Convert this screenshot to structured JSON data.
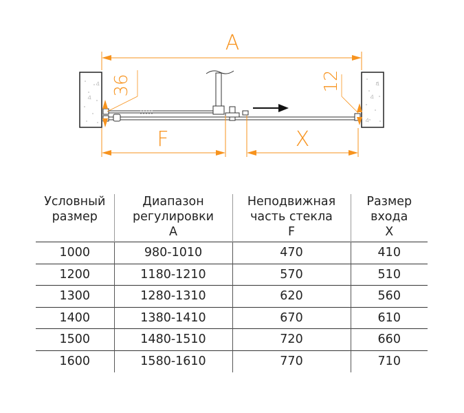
{
  "diagram": {
    "labels": {
      "overall_width": "A",
      "fixed_panel": "F",
      "entrance": "X",
      "left_gap": "36",
      "right_gap": "12"
    },
    "colors": {
      "dimension": "#f7931e",
      "line": "#333333",
      "wall_fill": "#ffffff"
    },
    "icons": [
      "left-wall",
      "right-wall",
      "sliding-direction-arrow",
      "ceiling-support-bar"
    ]
  },
  "table": {
    "headers": [
      {
        "line1": "Условный",
        "line2": "размер",
        "line3": ""
      },
      {
        "line1": "Диапазон",
        "line2": "регулировки",
        "line3": "A"
      },
      {
        "line1": "Неподвижная",
        "line2": "часть стекла",
        "line3": "F"
      },
      {
        "line1": "Размер",
        "line2": "входа",
        "line3": "X"
      }
    ],
    "rows": [
      [
        "1000",
        "980-1010",
        "470",
        "410"
      ],
      [
        "1200",
        "1180-1210",
        "570",
        "510"
      ],
      [
        "1300",
        "1280-1310",
        "620",
        "560"
      ],
      [
        "1400",
        "1380-1410",
        "670",
        "610"
      ],
      [
        "1500",
        "1480-1510",
        "720",
        "660"
      ],
      [
        "1600",
        "1580-1610",
        "770",
        "710"
      ]
    ]
  }
}
